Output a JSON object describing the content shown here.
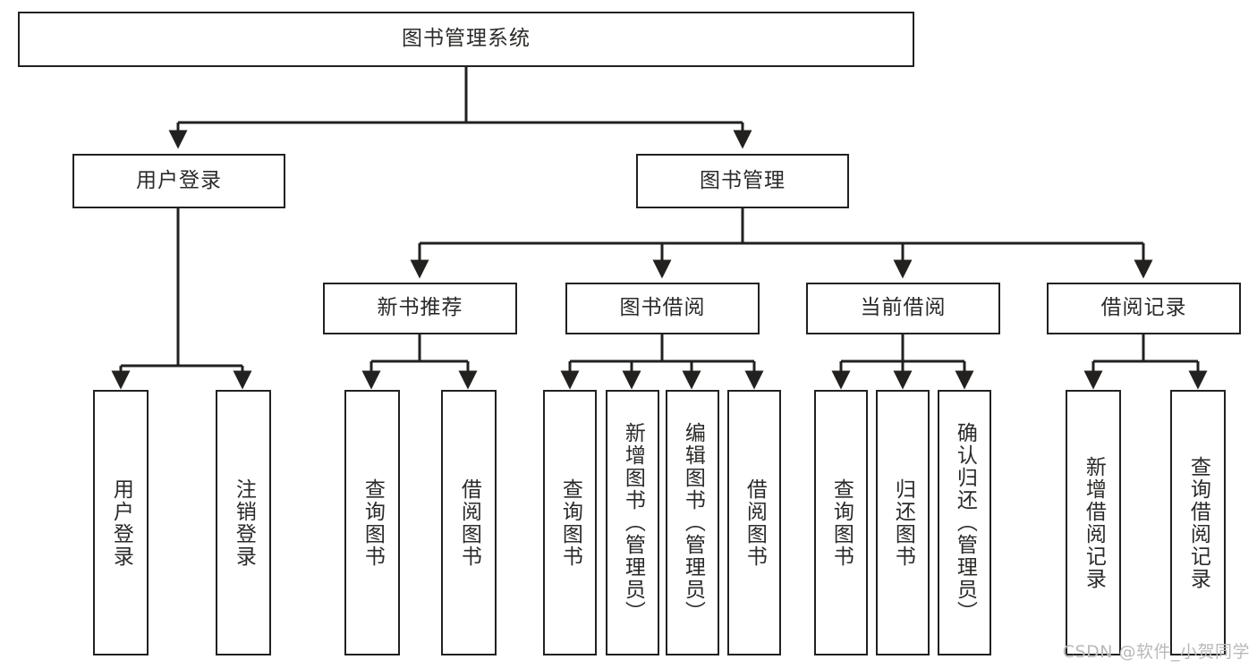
{
  "diagram": {
    "type": "tree-hierarchy-diagram",
    "title": "图书管理系统",
    "background_color": "#ffffff",
    "line_color": "#23211f",
    "text_color": "#2b2a28",
    "nodes": {
      "root": {
        "label": "图书管理系统"
      },
      "level2": [
        {
          "id": "user-login",
          "label": "用户登录"
        },
        {
          "id": "book-management",
          "label": "图书管理"
        }
      ],
      "level3": [
        {
          "id": "new-book-recommend",
          "label": "新书推荐"
        },
        {
          "id": "book-borrow",
          "label": "图书借阅"
        },
        {
          "id": "current-borrow",
          "label": "当前借阅"
        },
        {
          "id": "borrow-record",
          "label": "借阅记录"
        }
      ],
      "leaves": [
        {
          "id": "leaf-user-login",
          "label": "用户登录",
          "parent": "user-login"
        },
        {
          "id": "leaf-logout-login",
          "label": "注销登录",
          "parent": "user-login"
        },
        {
          "id": "leaf-query-book-1",
          "label": "查询图书",
          "parent": "new-book-recommend"
        },
        {
          "id": "leaf-borrow-book-1",
          "label": "借阅图书",
          "parent": "new-book-recommend"
        },
        {
          "id": "leaf-query-book-2",
          "label": "查询图书",
          "parent": "book-borrow"
        },
        {
          "id": "leaf-add-book",
          "label": "新增图书（管理员）",
          "parent": "book-borrow"
        },
        {
          "id": "leaf-edit-book",
          "label": "编辑图书（管理员）",
          "parent": "book-borrow"
        },
        {
          "id": "leaf-borrow-book-2",
          "label": "借阅图书",
          "parent": "book-borrow"
        },
        {
          "id": "leaf-query-book-3",
          "label": "查询图书",
          "parent": "current-borrow"
        },
        {
          "id": "leaf-return-book",
          "label": "归还图书",
          "parent": "current-borrow"
        },
        {
          "id": "leaf-confirm-return",
          "label": "确认归还（管理员）",
          "parent": "current-borrow"
        },
        {
          "id": "leaf-add-record",
          "label": "新增借阅记录",
          "parent": "borrow-record"
        },
        {
          "id": "leaf-query-record",
          "label": "查询借阅记录",
          "parent": "borrow-record"
        }
      ]
    }
  },
  "watermark": {
    "text": "CSDN @软件_小贺同学"
  }
}
